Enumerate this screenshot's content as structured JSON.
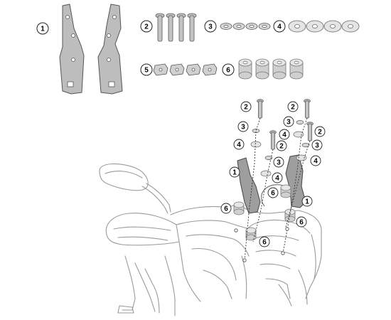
{
  "parts_legend": [
    {
      "number": "1"
    },
    {
      "number": "2"
    },
    {
      "number": "3"
    },
    {
      "number": "4"
    },
    {
      "number": "5"
    },
    {
      "number": "6"
    }
  ],
  "exploded_callouts": [
    {
      "number": "2"
    },
    {
      "number": "2"
    },
    {
      "number": "2"
    },
    {
      "number": "2"
    },
    {
      "number": "3"
    },
    {
      "number": "3"
    },
    {
      "number": "3"
    },
    {
      "number": "3"
    },
    {
      "number": "4"
    },
    {
      "number": "4"
    },
    {
      "number": "4"
    },
    {
      "number": "4"
    },
    {
      "number": "1"
    },
    {
      "number": "1"
    },
    {
      "number": "6"
    },
    {
      "number": "6"
    },
    {
      "number": "6"
    },
    {
      "number": "6"
    }
  ],
  "colors": {
    "part_fill": "#bdbdbd",
    "part_stroke": "#555555",
    "line_art": "#9a9a9a",
    "callout_stroke": "#222222"
  }
}
